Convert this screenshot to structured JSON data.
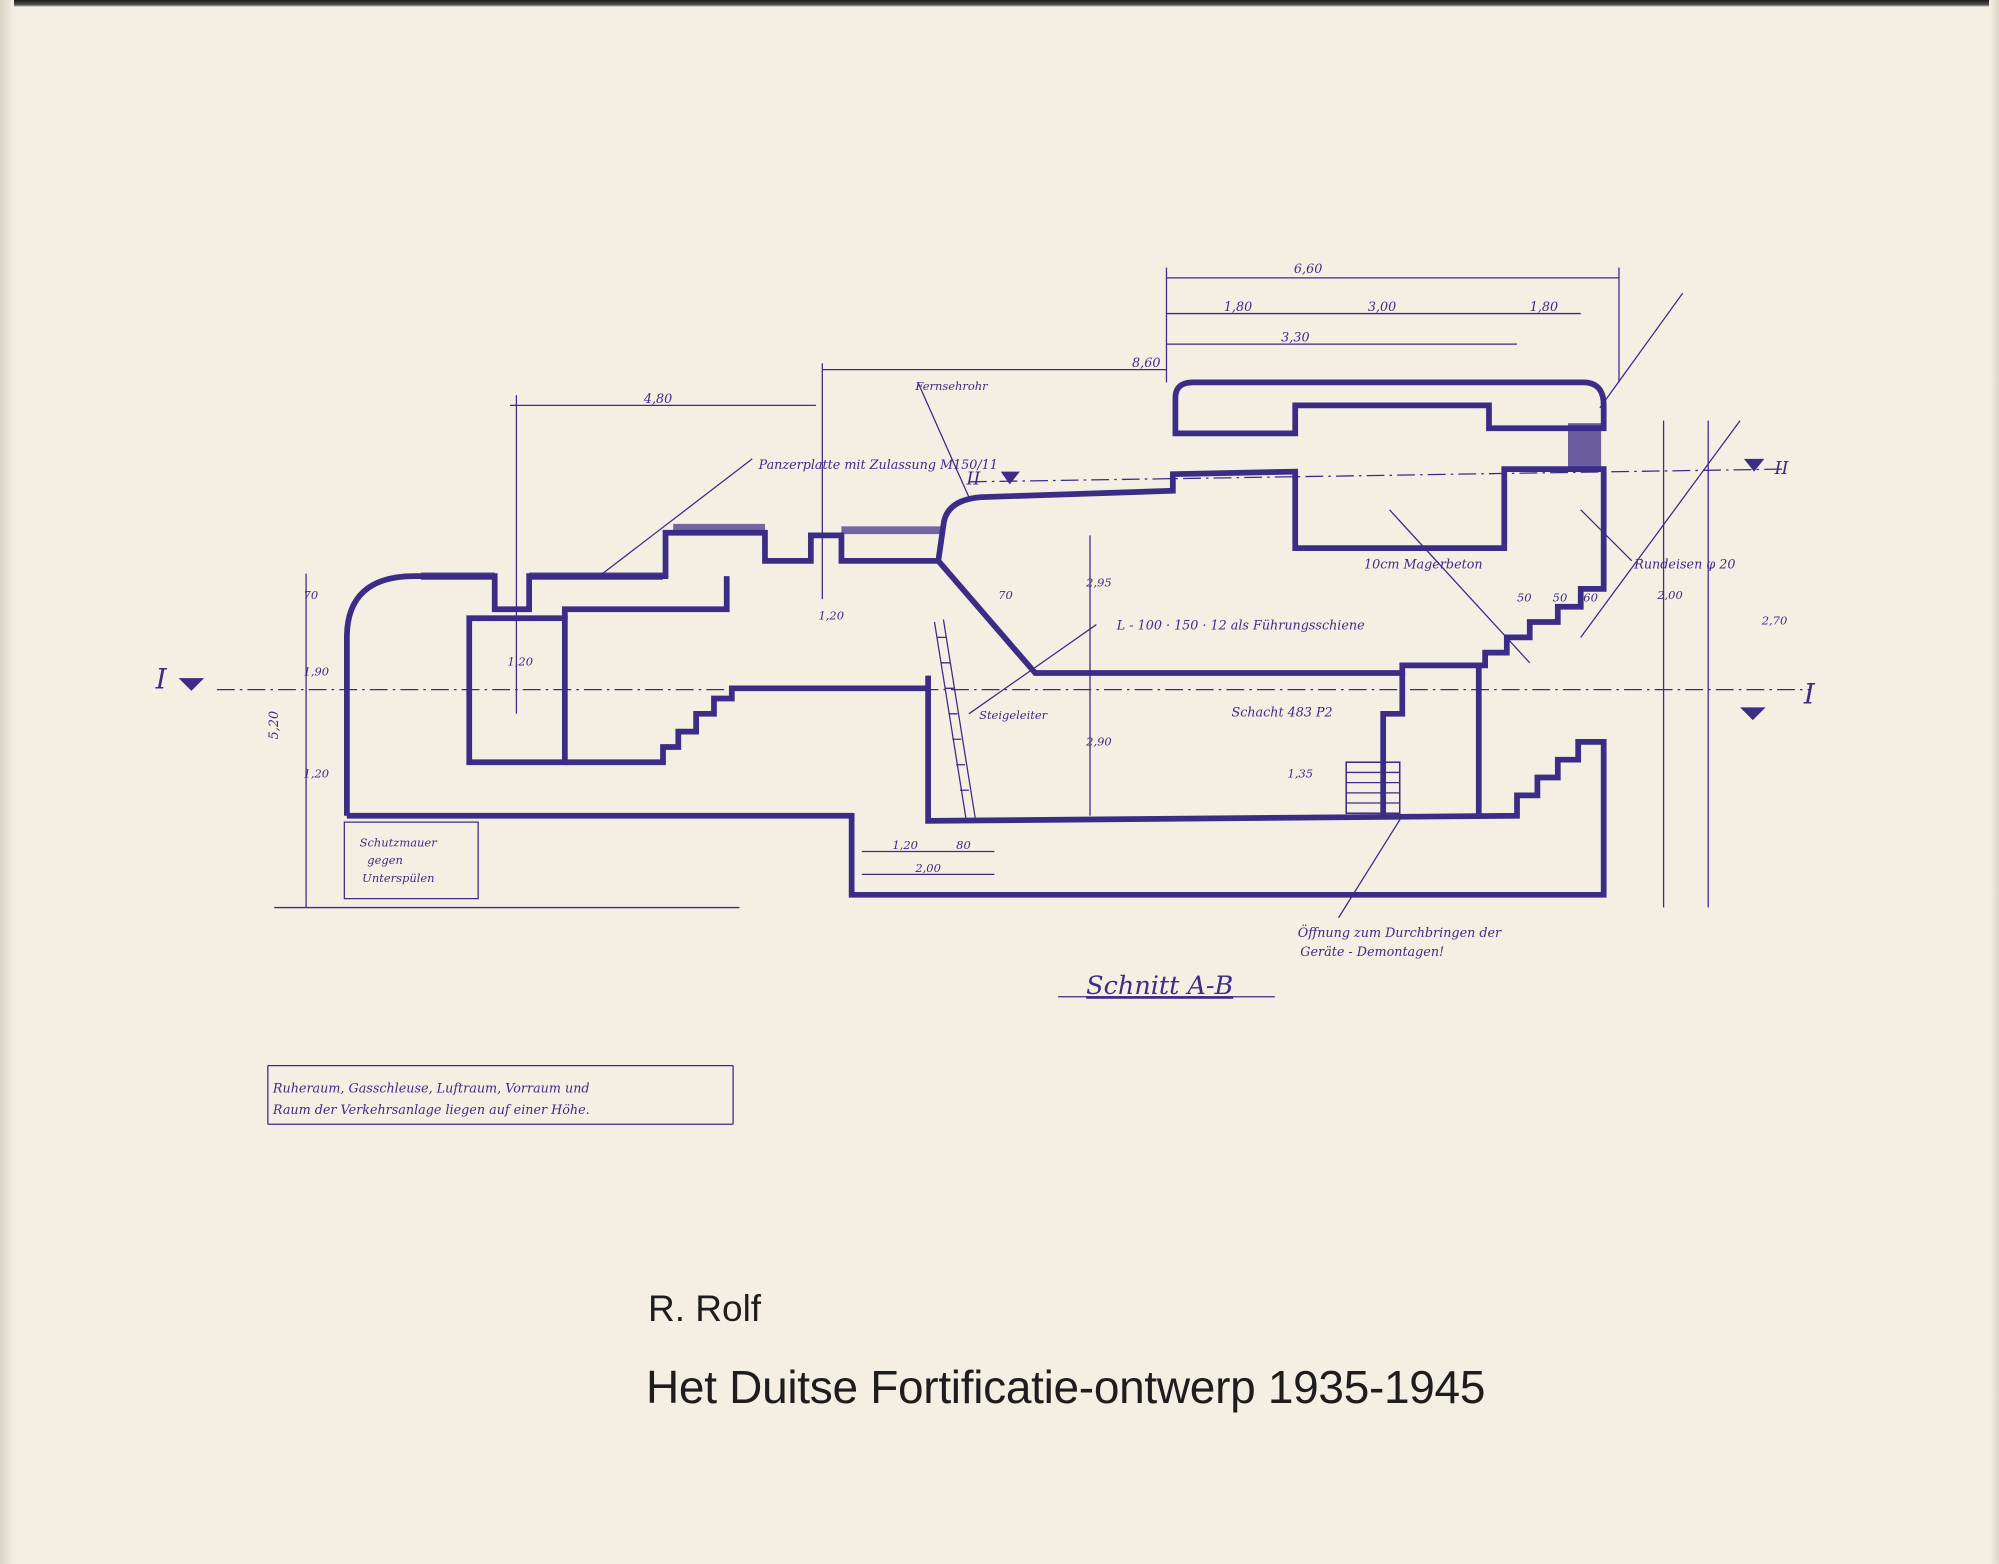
{
  "cover": {
    "author": "R. Rolf",
    "title": "Het Duitse Fortificatie-ontwerp 1935-1945",
    "ink_color": "#3b2c86",
    "paper_color": "#f3f0e3"
  },
  "drawing": {
    "caption": "Schnitt A-B",
    "section_marks": {
      "left_i": "I",
      "right_i": "I",
      "left_ii": "II",
      "right_ii": "II"
    },
    "dimensions": {
      "top_total": "6,60",
      "top_left": "1,80",
      "top_mid": "3,00",
      "top_right": "1,80",
      "second": "3,30",
      "third": "8,60",
      "left_span": "4,80",
      "height_left": "5,20",
      "h70": "70",
      "h190": "1,90",
      "h120": "1,20",
      "w120a": "1,20",
      "w120b": "1,20",
      "w70": "70",
      "h290": "2,90",
      "h295": "2,95",
      "b120": "1,20",
      "b80": "80",
      "b200": "2,00",
      "r200": "2,00",
      "r270": "2,70",
      "r50a": "50",
      "r50b": "50",
      "r60": "60",
      "h135": "1,35"
    },
    "labels": {
      "armor_plate": "Panzerplatte mit Zulassung M150/11",
      "periscope": "Fernsehrohr",
      "angle_iron": "L - 100 · 150 · 12 als Führungsschiene",
      "lean_concrete": "10cm Magerbeton",
      "rebar": "Rundeisen φ 20",
      "shaft": "Schacht 483 P2",
      "ladder": "Steigeleiter",
      "protective_wall": [
        "Schutzmauer",
        "gegen",
        "Unterspülen"
      ],
      "opening": [
        "Öffnung zum Durchbringen der",
        "Geräte - Demontagen!"
      ],
      "note": [
        "Ruheraum, Gasschleuse, Luftraum, Vorraum und",
        "Raum der Verkehrsanlage liegen auf einer Höhe."
      ]
    }
  }
}
